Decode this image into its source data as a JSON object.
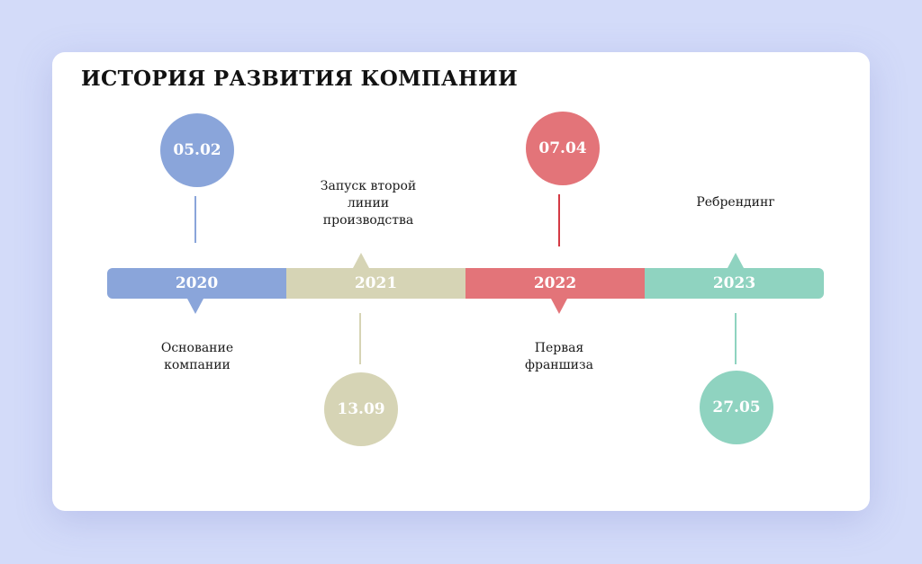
{
  "title": "ИСТОРИЯ РАЗВИТИЯ КОМПАНИИ",
  "colors": {
    "blue": "#8aa5da",
    "beige": "#d6d4b5",
    "red": "#e37479",
    "mint": "#8fd3c0",
    "red_line": "#d43a44"
  },
  "milestones": [
    {
      "year": "2020",
      "date": "05.02",
      "event_line1": "Основание",
      "event_line2": "компании",
      "event_line3": ""
    },
    {
      "year": "2021",
      "date": "13.09",
      "event_line1": "Запуск второй",
      "event_line2": "линии",
      "event_line3": "производства"
    },
    {
      "year": "2022",
      "date": "07.04",
      "event_line1": "Первая",
      "event_line2": "франшиза",
      "event_line3": ""
    },
    {
      "year": "2023",
      "date": "27.05",
      "event_line1": "Ребрендинг",
      "event_line2": "",
      "event_line3": ""
    }
  ]
}
